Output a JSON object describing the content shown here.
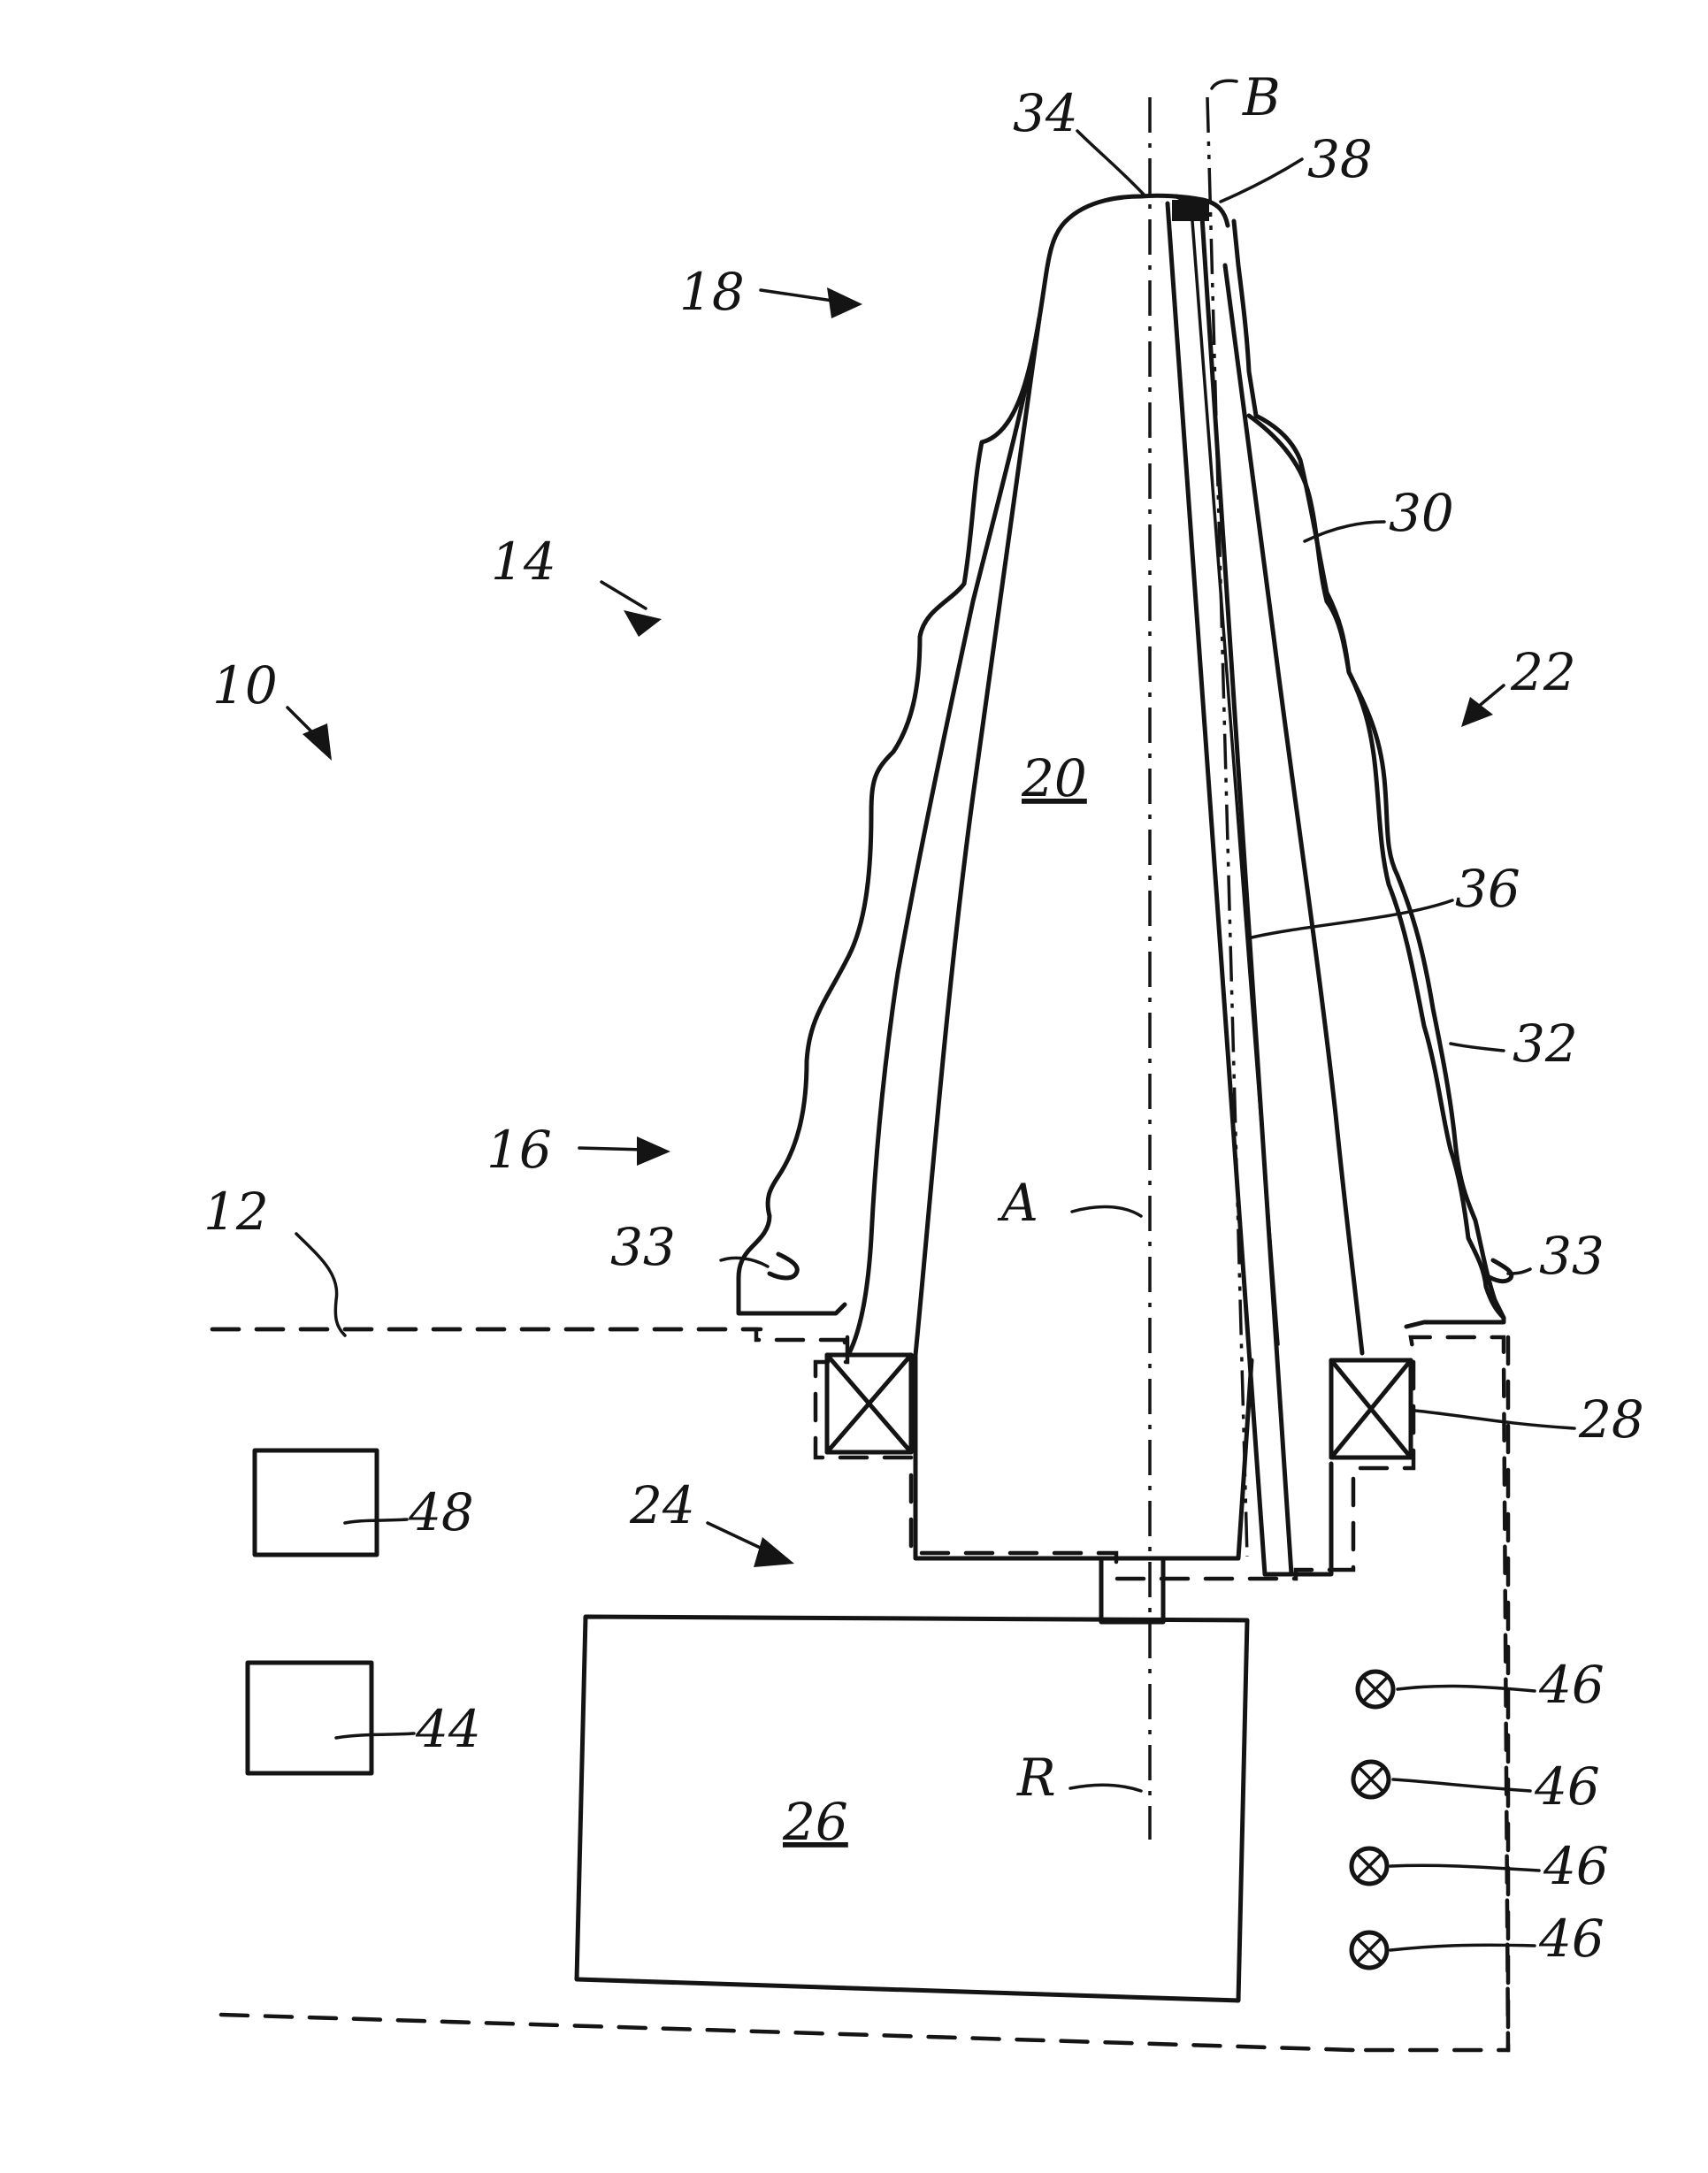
{
  "labels": {
    "n10": "10",
    "n12": "12",
    "n14": "14",
    "n16": "16",
    "n18": "18",
    "n20": "20",
    "n22": "22",
    "n24": "24",
    "n26": "26",
    "n28": "28",
    "n30": "30",
    "n32": "32",
    "n33_left": "33",
    "n33_right": "33",
    "n34": "34",
    "n36": "36",
    "n38": "38",
    "n44": "44",
    "n46": [
      "46",
      "46",
      "46",
      "46"
    ],
    "n48": "48",
    "axis_a": "A",
    "axis_b": "B",
    "axis_r": "R"
  },
  "colors": {
    "ink": "#141414",
    "paper": "#ffffff"
  }
}
